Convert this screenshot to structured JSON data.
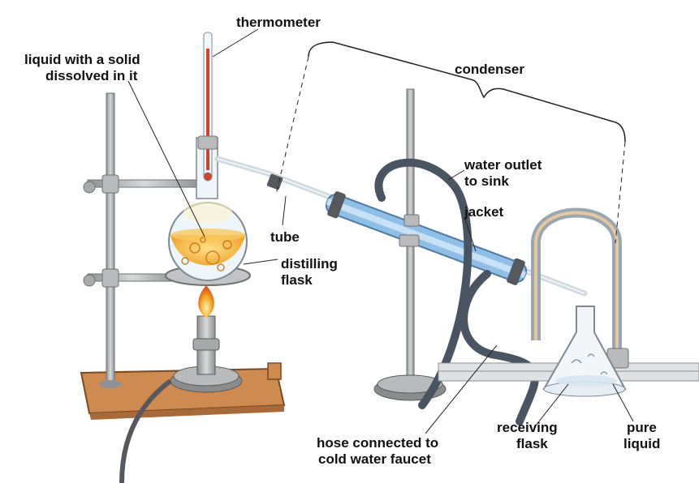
{
  "labels": {
    "thermometer": "thermometer",
    "liquid_line1": "liquid with a solid",
    "liquid_line2": "dissolved in it",
    "condenser": "condenser",
    "water_outlet_line1": "water outlet",
    "water_outlet_line2": "to sink",
    "jacket": "jacket",
    "tube": "tube",
    "distilling_line1": "distilling",
    "distilling_line2": "flask",
    "hose_line1": "hose connected to",
    "hose_line2": "cold water faucet",
    "receiving_line1": "receiving",
    "receiving_line2": "flask",
    "pure_line1": "pure",
    "pure_line2": "liquid"
  },
  "colors": {
    "liquid": "#f2b13a",
    "stand_metal": "#a7a9ab",
    "base_wood": "#cf8a50",
    "hose": "#4a5563",
    "condenser_water": "#8fbfe6",
    "flame": "#f5a623",
    "thermometer_red": "#d9402a",
    "glass": "#eef5fb"
  }
}
